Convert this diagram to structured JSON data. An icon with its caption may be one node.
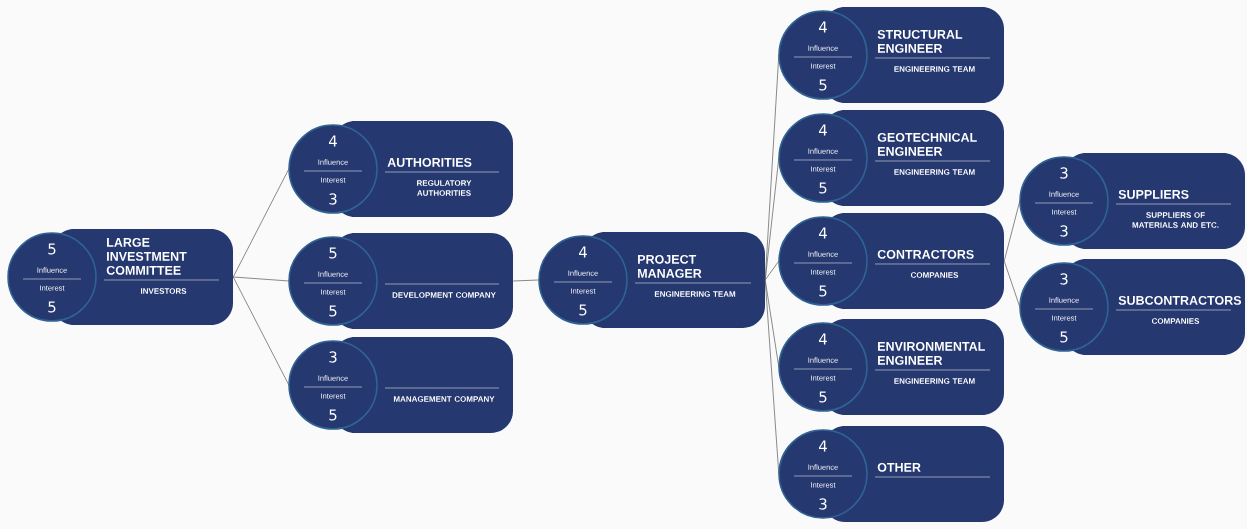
{
  "diagram": {
    "nodes": [
      {
        "text": [
          "5",
          "Influence",
          "Interest",
          "5",
          "LARGE INVESTMENT COMMITTEE",
          "INVESTORS"
        ]
      },
      {
        "text": [
          "4",
          "Influence",
          "Interest",
          "3",
          "AUTHORITIES",
          "REGULATORY AUTHORITIES"
        ]
      },
      {
        "text": [
          "5",
          "Influence",
          "Interest",
          "5",
          "DEVELOPMENT COMPANY"
        ]
      },
      {
        "text": [
          "3",
          "Influence",
          "Interest",
          "5",
          "MANAGEMENT COMPANY"
        ]
      },
      {
        "text": [
          "4",
          "Influence",
          "Interest",
          "5",
          "PROJECT MANAGER",
          "ENGINEERING TEAM"
        ]
      },
      {
        "text": [
          "4",
          "Influence",
          "Interest",
          "5",
          "STRUCTURAL ENGINEER",
          "ENGINEERING TEAM"
        ]
      },
      {
        "text": [
          "4",
          "Influence",
          "Interest",
          "5",
          "GEOTECHNICAL ENGINEER",
          "ENGINEERING TEAM"
        ]
      },
      {
        "text": [
          "4",
          "Influence",
          "Interest",
          "5",
          "CONTRACTORS",
          "COMPANIES"
        ]
      },
      {
        "text": [
          "4",
          "Influence",
          "Interest",
          "5",
          "ENVIRONMENTAL ENGINEER",
          "ENGINEERING TEAM"
        ]
      },
      {
        "text": [
          "4",
          "Influence",
          "Interest",
          "3",
          "OTHER"
        ]
      },
      {
        "text": [
          "3",
          "Influence",
          "Interest",
          "3",
          "SUPPLIERS",
          "SUPPLIERS OF MATERIALS AND ETC."
        ]
      },
      {
        "text": [
          "3",
          "Influence",
          "Interest",
          "5",
          "SUBCONTRACTORS",
          "COMPANIES"
        ]
      }
    ],
    "edges": [
      {
        "from": 0,
        "to": 1,
        "arrow": "none"
      },
      {
        "from": 0,
        "to": 2,
        "arrow": "none"
      },
      {
        "from": 0,
        "to": 3,
        "arrow": "none"
      },
      {
        "from": 2,
        "to": 4,
        "arrow": "none"
      },
      {
        "from": 4,
        "to": 5,
        "arrow": "none"
      },
      {
        "from": 4,
        "to": 6,
        "arrow": "none"
      },
      {
        "from": 4,
        "to": 7,
        "arrow": "none"
      },
      {
        "from": 4,
        "to": 8,
        "arrow": "none"
      },
      {
        "from": 4,
        "to": 9,
        "arrow": "none"
      },
      {
        "from": 7,
        "to": 10,
        "arrow": "none"
      },
      {
        "from": 7,
        "to": 11,
        "arrow": "none"
      }
    ]
  }
}
